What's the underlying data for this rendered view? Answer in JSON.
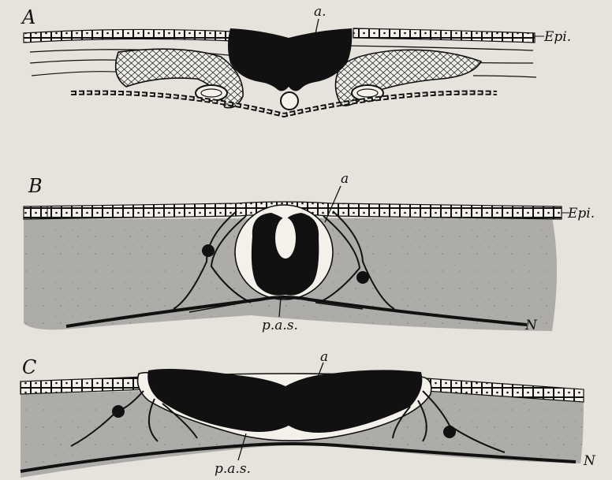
{
  "figures": {
    "A": {
      "letter": "A",
      "labels": {
        "a": "a.",
        "epi": "Epi."
      }
    },
    "B": {
      "letter": "B",
      "labels": {
        "a": "a",
        "epi": "Epi.",
        "pas": "p.a.s.",
        "n": "N"
      }
    },
    "C": {
      "letter": "C",
      "labels": {
        "a": "a",
        "pas": "p.a.s.",
        "n": "N"
      }
    }
  },
  "colors": {
    "paper": "#e6e3dc",
    "ink": "#111111",
    "mesenchyme": "#aeadaa",
    "cells": "#f3f1ea"
  }
}
